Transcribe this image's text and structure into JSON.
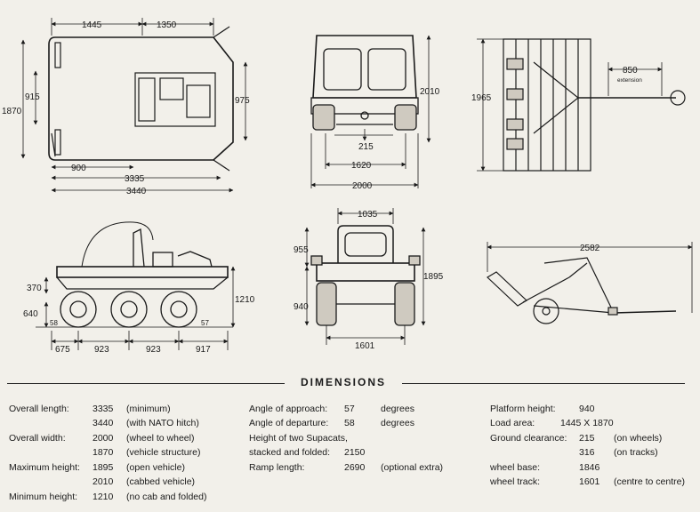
{
  "dimensions_title": "DIMENSIONS",
  "top_view": {
    "d_1445": "1445",
    "d_1350": "1350",
    "d_915": "915",
    "d_1870": "1870",
    "d_975": "975",
    "d_900": "900",
    "d_3335": "3335",
    "d_3440": "3440"
  },
  "rear_view": {
    "d_2010": "2010",
    "d_215": "215",
    "d_1620": "1620",
    "d_2000": "2000"
  },
  "trailer_view": {
    "d_1965": "1965",
    "d_850": "850",
    "extension": "extension"
  },
  "side_view": {
    "d_370": "370",
    "d_640": "640",
    "d_1210": "1210",
    "d_58": "58",
    "d_57": "57",
    "d_675": "675",
    "d_923a": "923",
    "d_923b": "923",
    "d_917": "917"
  },
  "front_view": {
    "d_1035": "1035",
    "d_955": "955",
    "d_940": "940",
    "d_1895": "1895",
    "d_1601": "1601"
  },
  "ramp_view": {
    "d_2582": "2582"
  },
  "specs": {
    "col1": [
      {
        "label": "Overall length:",
        "value": "3335",
        "note": "(minimum)"
      },
      {
        "label": "",
        "value": "3440",
        "note": "(with NATO hitch)"
      },
      {
        "label": "Overall width:",
        "value": "2000",
        "note": "(wheel to wheel)"
      },
      {
        "label": "",
        "value": "1870",
        "note": "(vehicle structure)"
      },
      {
        "label": "Maximum height:",
        "value": "1895",
        "note": "(open vehicle)"
      },
      {
        "label": "",
        "value": "2010",
        "note": "(cabbed vehicle)"
      },
      {
        "label": "Minimum height:",
        "value": "1210",
        "note": "(no cab and folded)"
      }
    ],
    "col2": [
      {
        "label": "Angle of approach:",
        "value": "57",
        "note": "degrees"
      },
      {
        "label": "Angle of departure:",
        "value": "58",
        "note": "degrees"
      },
      {
        "label": "Height of two Supacats,",
        "value": "",
        "note": ""
      },
      {
        "label": "stacked and folded:",
        "value": "2150",
        "note": ""
      },
      {
        "label": "Ramp length:",
        "value": "2690",
        "note": "(optional extra)"
      }
    ],
    "col3": [
      {
        "label": "Platform height:",
        "value": "940",
        "note": ""
      },
      {
        "label": "Load area:",
        "value": "1445 X 1870",
        "note": ""
      },
      {
        "label": "Ground clearance:",
        "value": "215",
        "note": "(on wheels)"
      },
      {
        "label": "",
        "value": "316",
        "note": "(on tracks)"
      },
      {
        "label": "wheel base:",
        "value": "1846",
        "note": ""
      },
      {
        "label": "wheel track:",
        "value": "1601",
        "note": "(centre to centre)"
      }
    ]
  }
}
